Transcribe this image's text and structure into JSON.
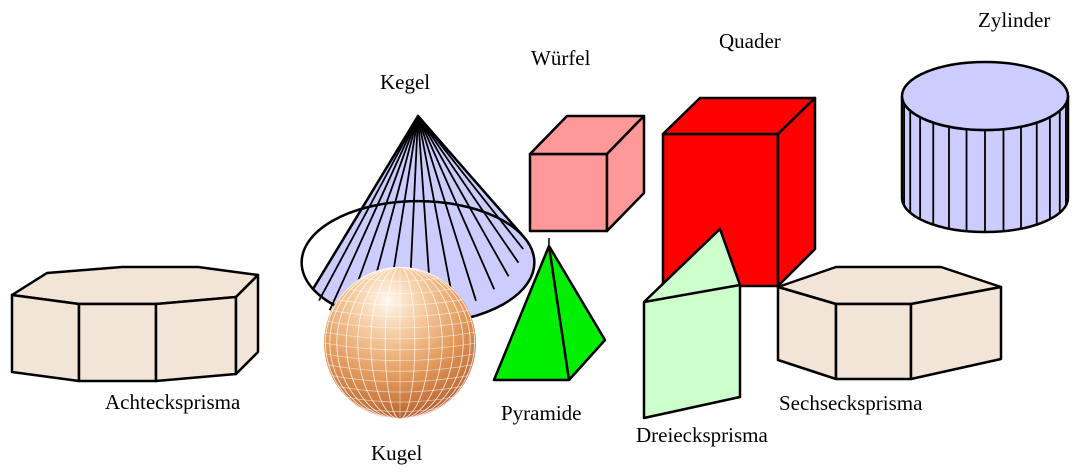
{
  "labels": {
    "zylinder": "Zylinder",
    "quader": "Quader",
    "wuerfel": "Würfel",
    "kegel": "Kegel",
    "achteckprisma": "Achtecksprisma",
    "kugel": "Kugel",
    "pyramide": "Pyramide",
    "dreieckprisma": "Dreiecksprisma",
    "sechseckprisma": "Sechsecksprisma"
  },
  "colors": {
    "zylinder": "#ccccff",
    "kegel": "#ccccff",
    "wuerfel": "#ff9999",
    "quader": "#ff0000",
    "pyramide": "#00ee00",
    "dreieckprisma": "#ccffcc",
    "prisma_beige": "#f2e4d6",
    "kugel_light": "#fbeee0",
    "kugel_dark": "#a04a1e"
  }
}
